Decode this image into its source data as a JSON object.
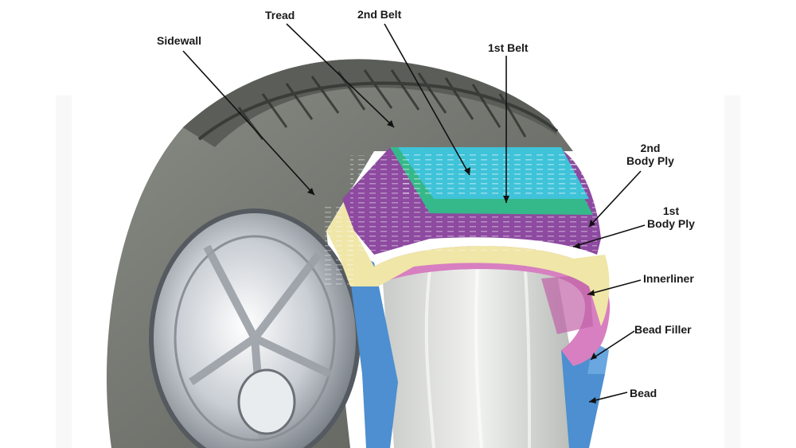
{
  "diagram": {
    "labels": {
      "sidewall": "Sidewall",
      "tread": "Tread",
      "belt2": "2nd Belt",
      "belt1": "1st Belt",
      "body_ply2_line1": "2nd",
      "body_ply2_line2": "Body Ply",
      "body_ply1_line1": "1st",
      "body_ply1_line2": "Body Ply",
      "innerliner": "Innerliner",
      "bead_filler": "Bead Filler",
      "bead": "Bead"
    },
    "colors": {
      "rubber": "#7d8079",
      "rubber_dark": "#4d504a",
      "belt_cyan": "#3fc3d9",
      "belt_green": "#35b88a",
      "body_ply_purple": "#8d4aa0",
      "body_ply_yellow": "#efe6a8",
      "innerliner_pink": "#d77fc0",
      "bead_blue": "#4d8fd0",
      "rim_chrome": "#d7dbe0",
      "inner_cavity": "#e4e6e4"
    }
  }
}
